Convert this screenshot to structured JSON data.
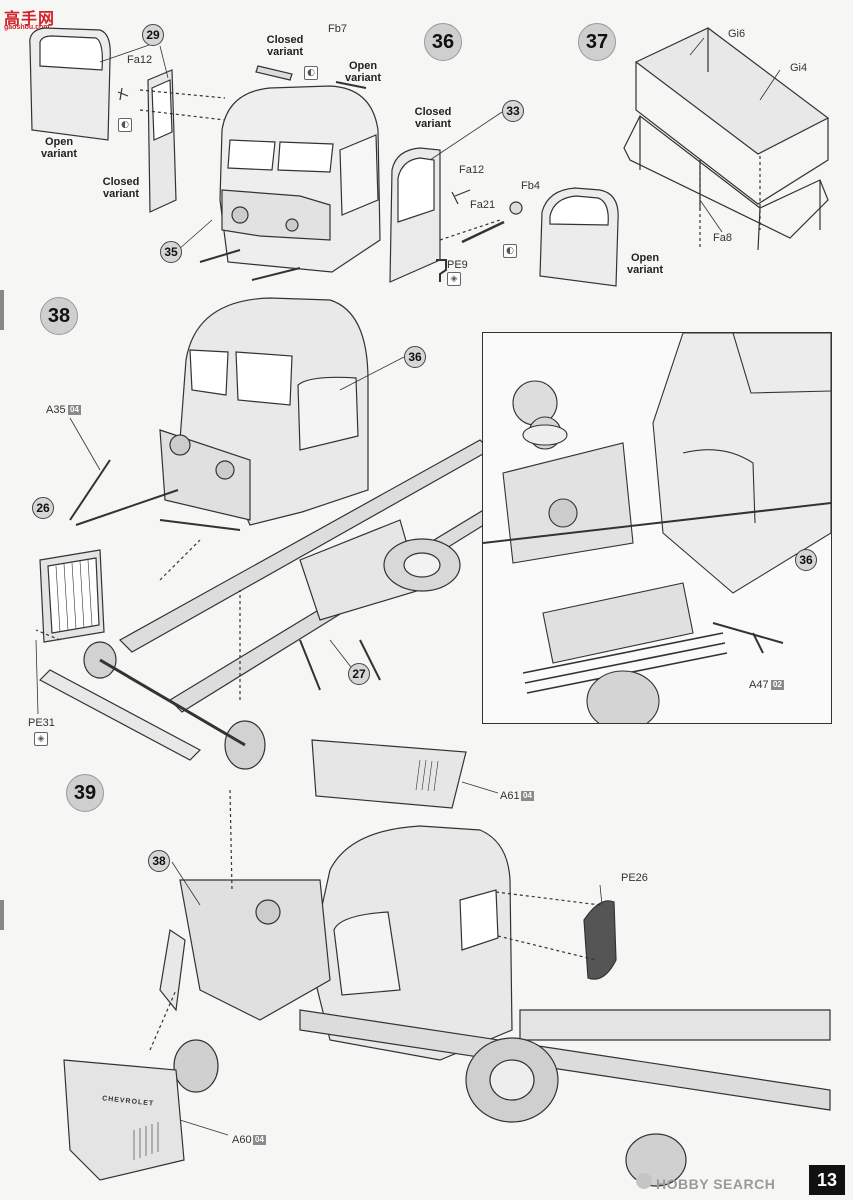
{
  "logo": {
    "brand": "高手网",
    "url": "gaoshou.com"
  },
  "step_numbers": [
    "36",
    "37",
    "38",
    "39"
  ],
  "sub_assembly_refs": [
    "29",
    "33",
    "35",
    "36",
    "26",
    "27",
    "38"
  ],
  "variant_labels": {
    "closed": "Closed variant",
    "open": "Open variant"
  },
  "part_labels": {
    "fa12": "Fa12",
    "fb7": "Fb7",
    "fa21": "Fa21",
    "fb4": "Fb4",
    "pe9": "PE9",
    "gi6": "Gi6",
    "gi4": "Gi4",
    "fa8": "Fa8",
    "a35": "A35",
    "a47": "A47",
    "pe31": "PE31",
    "a61": "A61",
    "pe26": "PE26",
    "a60": "A60"
  },
  "sprue_codes": {
    "a35": "04",
    "a47": "02",
    "a61": "04",
    "a60": "04"
  },
  "grille_text": "CHEVROLET",
  "page_number": "13",
  "watermark": "HOBBY SEARCH",
  "colors": {
    "logo_red": "#d2232a",
    "step_circle": "#cfcfcf",
    "line": "#333333"
  }
}
